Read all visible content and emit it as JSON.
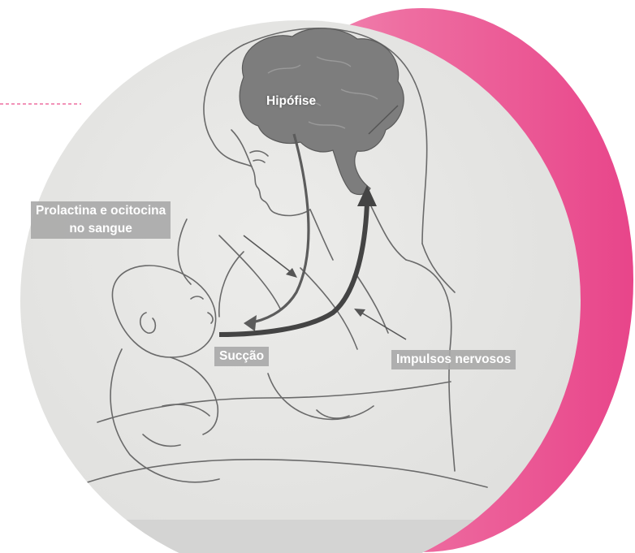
{
  "colors": {
    "accent_pink": "#ea4a8e",
    "accent_pink_light": "#f07aa8",
    "paper": "#e7e7e5",
    "sketch": "#6a6a6a",
    "brain": "#7d7d7d",
    "label_bg": "#a8a8a8"
  },
  "labels": {
    "pituitary": "Hipófise",
    "hormones_line1": "Prolactina e ocitocina",
    "hormones_line2": "no sangue",
    "suction": "Sucção",
    "nerve_impulses": "Impulsos nervosos"
  }
}
